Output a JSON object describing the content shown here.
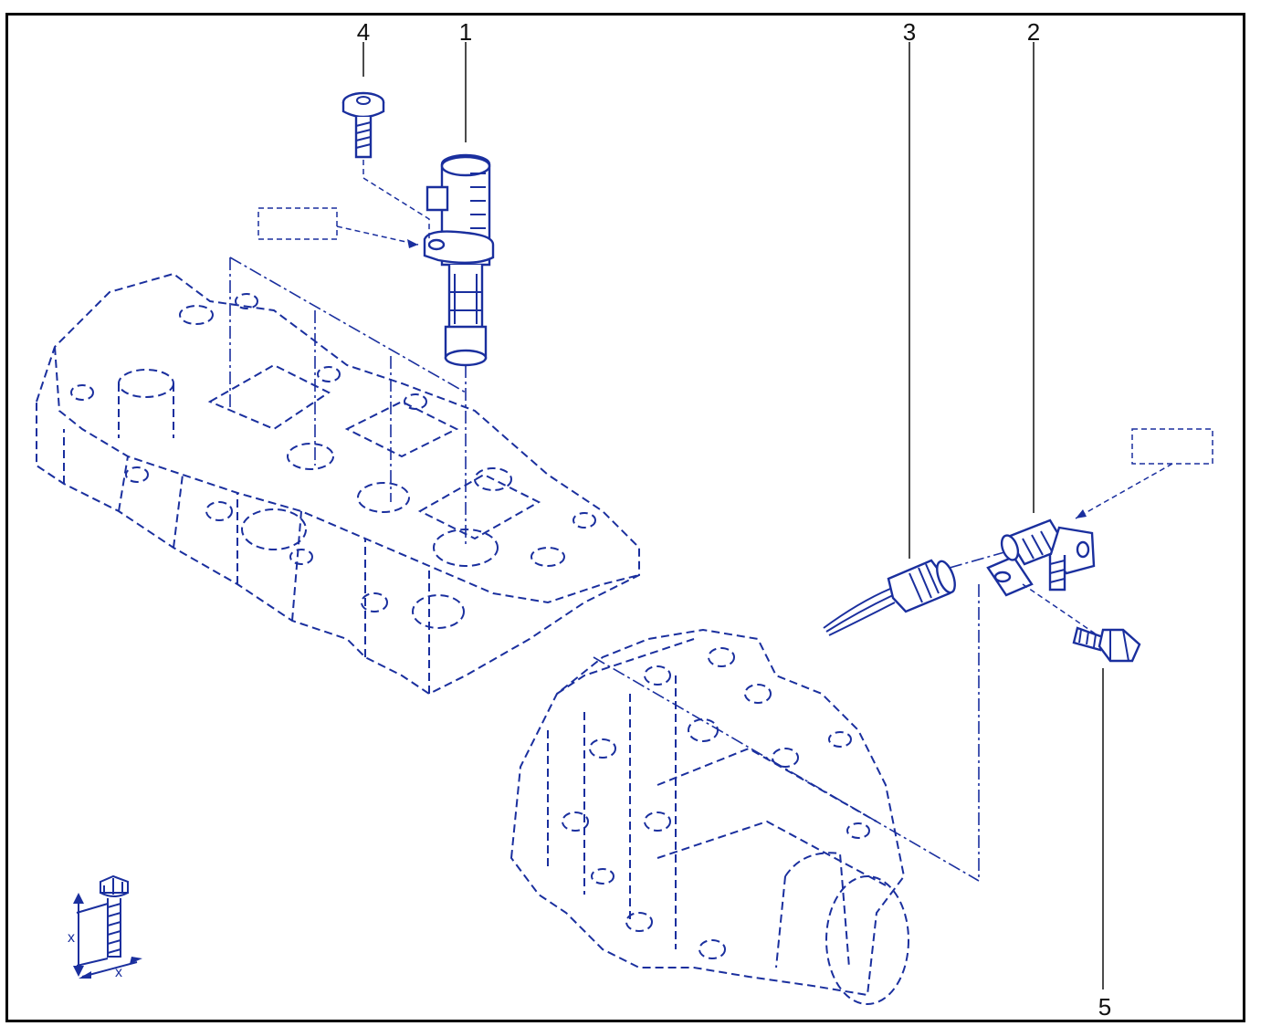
{
  "callouts": [
    {
      "number": "1"
    },
    {
      "number": "2"
    },
    {
      "number": "3"
    },
    {
      "number": "4"
    },
    {
      "number": "5"
    }
  ],
  "legend": {
    "dim_x_vertical": "x",
    "dim_x_horizontal": "x"
  },
  "colors": {
    "line": "#1a2f9e",
    "frame": "#000000",
    "callout_text": "#111111"
  }
}
